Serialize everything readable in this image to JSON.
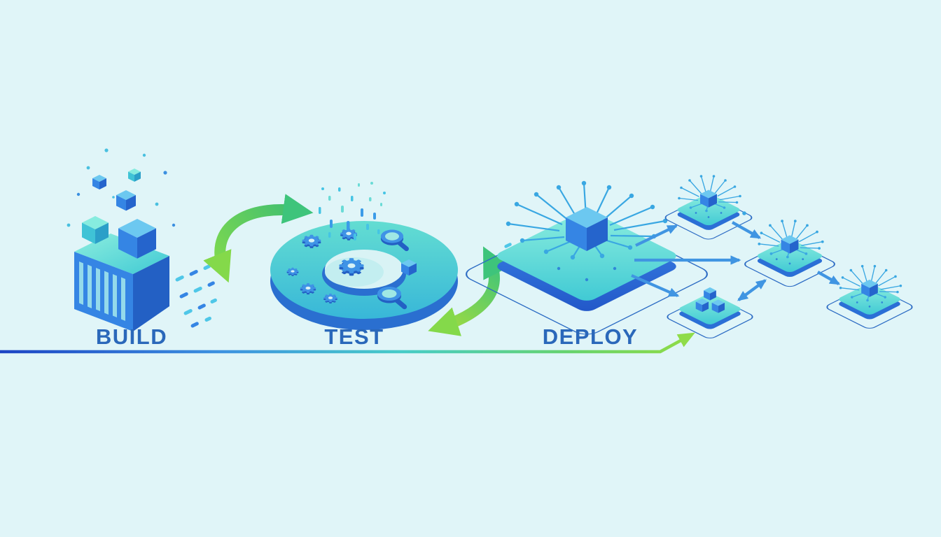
{
  "diagram": {
    "kind": "ci-cd-pipeline-illustration",
    "stages": [
      {
        "label": "BUILD",
        "icon": "container-with-cubes-icon"
      },
      {
        "label": "TEST",
        "icon": "gear-ring-with-magnifiers-icon"
      },
      {
        "label": "DEPLOY",
        "icon": "network-node-icon"
      }
    ],
    "connectors": {
      "build_test_arrow": "curved-green-double-arrow",
      "test_deploy_arrow": "curved-green-double-arrow",
      "baseline": "gradient-line-with-green-arrowhead",
      "deploy_fanout_arrows": "blue-straight-arrows"
    },
    "deployment_targets": {
      "count": 4,
      "icons": [
        "network-node-icon",
        "network-node-icon",
        "cubes-node-icon",
        "network-node-icon"
      ]
    }
  },
  "colors": {
    "background": "#e0f5f8",
    "label_text": "#2a68ba",
    "teal_surface": "#4fd4cf",
    "blue_primary": "#3585e4",
    "blue_deep": "#2360c4",
    "arrow_blue": "#4095e2",
    "arrow_green": "#3ec47b",
    "arrow_green_light": "#9fdc3e",
    "baseline_blue": "#1c44c4",
    "baseline_green": "#90dc45"
  }
}
